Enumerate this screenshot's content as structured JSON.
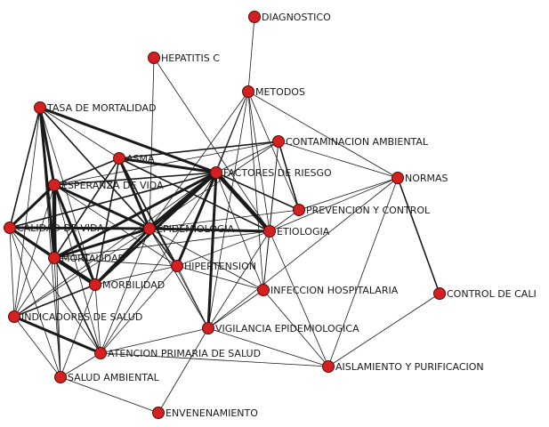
{
  "nodes": [
    {
      "id": "diagnostico",
      "label": "DIAGNOSTICO"
    },
    {
      "id": "hepatitis",
      "label": "HEPATITIS C"
    },
    {
      "id": "metodos",
      "label": "METODOS"
    },
    {
      "id": "tasa",
      "label": "TASA DE MORTALIDAD"
    },
    {
      "id": "contaminacion",
      "label": "CONTAMINACION AMBIENTAL"
    },
    {
      "id": "asma",
      "label": "ASMA"
    },
    {
      "id": "factores",
      "label": "FACTORES DE RIESGO"
    },
    {
      "id": "normas",
      "label": "NORMAS"
    },
    {
      "id": "esperanza",
      "label": "ESPERANZA DE VIDA"
    },
    {
      "id": "prevencion",
      "label": "PREVENCION Y CONTROL"
    },
    {
      "id": "calidad",
      "label": "CALIDAD DE VIDA"
    },
    {
      "id": "epidemiologia",
      "label": "EPIDEMIOLOGIA"
    },
    {
      "id": "etiologia",
      "label": "ETIOLOGIA"
    },
    {
      "id": "mortalidad",
      "label": "MORTALIDAD"
    },
    {
      "id": "hipertension",
      "label": "HIPERTENSION"
    },
    {
      "id": "morbilidad",
      "label": "MORBILIDAD"
    },
    {
      "id": "infeccion",
      "label": "INFECCION HOSPITALARIA"
    },
    {
      "id": "control",
      "label": "CONTROL DE CALI"
    },
    {
      "id": "indicadores",
      "label": "INDICADORES DE SALUD"
    },
    {
      "id": "vigilancia",
      "label": "VIGILANCIA EPIDEMIOLOGICA"
    },
    {
      "id": "atencion",
      "label": "ATENCION PRIMARIA DE SALUD"
    },
    {
      "id": "aislamiento",
      "label": "AISLAMIENTO Y PURIFICACION"
    },
    {
      "id": "salud",
      "label": "SALUD AMBIENTAL"
    },
    {
      "id": "envenenamiento",
      "label": "ENVENENAMIENTO"
    }
  ],
  "edges": [
    {
      "source": "diagnostico",
      "target": "metodos",
      "weight": 1
    },
    {
      "source": "hepatitis",
      "target": "epidemiologia",
      "weight": 1
    },
    {
      "source": "hepatitis",
      "target": "etiologia",
      "weight": 1
    },
    {
      "source": "metodos",
      "target": "factores",
      "weight": 1
    },
    {
      "source": "metodos",
      "target": "etiologia",
      "weight": 1
    },
    {
      "source": "metodos",
      "target": "prevencion",
      "weight": 1
    },
    {
      "source": "metodos",
      "target": "normas",
      "weight": 1
    },
    {
      "source": "metodos",
      "target": "epidemiologia",
      "weight": 1
    },
    {
      "source": "metodos",
      "target": "vigilancia",
      "weight": 1
    },
    {
      "source": "metodos",
      "target": "infeccion",
      "weight": 1
    },
    {
      "source": "metodos",
      "target": "hipertension",
      "weight": 1
    },
    {
      "source": "tasa",
      "target": "esperanza",
      "weight": 3
    },
    {
      "source": "tasa",
      "target": "calidad",
      "weight": 2
    },
    {
      "source": "tasa",
      "target": "mortalidad",
      "weight": 3
    },
    {
      "source": "tasa",
      "target": "epidemiologia",
      "weight": 2
    },
    {
      "source": "tasa",
      "target": "factores",
      "weight": 3
    },
    {
      "source": "tasa",
      "target": "asma",
      "weight": 1
    },
    {
      "source": "tasa",
      "target": "morbilidad",
      "weight": 1
    },
    {
      "source": "tasa",
      "target": "indicadores",
      "weight": 1
    },
    {
      "source": "tasa",
      "target": "salud",
      "weight": 1
    },
    {
      "source": "contaminacion",
      "target": "asma",
      "weight": 2
    },
    {
      "source": "contaminacion",
      "target": "factores",
      "weight": 1
    },
    {
      "source": "contaminacion",
      "target": "normas",
      "weight": 1
    },
    {
      "source": "contaminacion",
      "target": "prevencion",
      "weight": 2
    },
    {
      "source": "contaminacion",
      "target": "epidemiologia",
      "weight": 1
    },
    {
      "source": "contaminacion",
      "target": "etiologia",
      "weight": 1
    },
    {
      "source": "contaminacion",
      "target": "infeccion",
      "weight": 1
    },
    {
      "source": "contaminacion",
      "target": "esperanza",
      "weight": 1
    },
    {
      "source": "asma",
      "target": "factores",
      "weight": 3
    },
    {
      "source": "asma",
      "target": "epidemiologia",
      "weight": 3
    },
    {
      "source": "asma",
      "target": "etiologia",
      "weight": 2
    },
    {
      "source": "asma",
      "target": "mortalidad",
      "weight": 2
    },
    {
      "source": "asma",
      "target": "esperanza",
      "weight": 2
    },
    {
      "source": "asma",
      "target": "hipertension",
      "weight": 2
    },
    {
      "source": "asma",
      "target": "morbilidad",
      "weight": 2
    },
    {
      "source": "asma",
      "target": "vigilancia",
      "weight": 1
    },
    {
      "source": "factores",
      "target": "epidemiologia",
      "weight": 4
    },
    {
      "source": "factores",
      "target": "etiologia",
      "weight": 4
    },
    {
      "source": "factores",
      "target": "mortalidad",
      "weight": 3
    },
    {
      "source": "factores",
      "target": "morbilidad",
      "weight": 3
    },
    {
      "source": "factores",
      "target": "hipertension",
      "weight": 3
    },
    {
      "source": "factores",
      "target": "vigilancia",
      "weight": 3
    },
    {
      "source": "factores",
      "target": "prevencion",
      "weight": 2
    },
    {
      "source": "factores",
      "target": "calidad",
      "weight": 2
    },
    {
      "source": "factores",
      "target": "esperanza",
      "weight": 2
    },
    {
      "source": "factores",
      "target": "indicadores",
      "weight": 1
    },
    {
      "source": "factores",
      "target": "infeccion",
      "weight": 1
    },
    {
      "source": "factores",
      "target": "atencion",
      "weight": 1
    },
    {
      "source": "normas",
      "target": "prevencion",
      "weight": 1
    },
    {
      "source": "normas",
      "target": "control",
      "weight": 2
    },
    {
      "source": "normas",
      "target": "etiologia",
      "weight": 1
    },
    {
      "source": "normas",
      "target": "aislamiento",
      "weight": 1
    },
    {
      "source": "normas",
      "target": "vigilancia",
      "weight": 1
    },
    {
      "source": "esperanza",
      "target": "calidad",
      "weight": 3
    },
    {
      "source": "esperanza",
      "target": "mortalidad",
      "weight": 4
    },
    {
      "source": "esperanza",
      "target": "epidemiologia",
      "weight": 3
    },
    {
      "source": "esperanza",
      "target": "morbilidad",
      "weight": 3
    },
    {
      "source": "esperanza",
      "target": "indicadores",
      "weight": 1
    },
    {
      "source": "esperanza",
      "target": "atencion",
      "weight": 1
    },
    {
      "source": "esperanza",
      "target": "salud",
      "weight": 1
    },
    {
      "source": "esperanza",
      "target": "hipertension",
      "weight": 1
    },
    {
      "source": "prevencion",
      "target": "etiologia",
      "weight": 1
    },
    {
      "source": "prevencion",
      "target": "epidemiologia",
      "weight": 1
    },
    {
      "source": "calidad",
      "target": "epidemiologia",
      "weight": 3
    },
    {
      "source": "calidad",
      "target": "mortalidad",
      "weight": 3
    },
    {
      "source": "calidad",
      "target": "morbilidad",
      "weight": 3
    },
    {
      "source": "calidad",
      "target": "indicadores",
      "weight": 1
    },
    {
      "source": "calidad",
      "target": "salud",
      "weight": 1
    },
    {
      "source": "calidad",
      "target": "atencion",
      "weight": 1
    },
    {
      "source": "epidemiologia",
      "target": "etiologia",
      "weight": 3
    },
    {
      "source": "epidemiologia",
      "target": "mortalidad",
      "weight": 3
    },
    {
      "source": "epidemiologia",
      "target": "morbilidad",
      "weight": 3
    },
    {
      "source": "epidemiologia",
      "target": "hipertension",
      "weight": 2
    },
    {
      "source": "epidemiologia",
      "target": "vigilancia",
      "weight": 1
    },
    {
      "source": "epidemiologia",
      "target": "infeccion",
      "weight": 1
    },
    {
      "source": "epidemiologia",
      "target": "atencion",
      "weight": 1
    },
    {
      "source": "epidemiologia",
      "target": "indicadores",
      "weight": 1
    },
    {
      "source": "etiologia",
      "target": "hipertension",
      "weight": 1
    },
    {
      "source": "etiologia",
      "target": "infeccion",
      "weight": 1
    },
    {
      "source": "etiologia",
      "target": "vigilancia",
      "weight": 1
    },
    {
      "source": "etiologia",
      "target": "aislamiento",
      "weight": 1
    },
    {
      "source": "etiologia",
      "target": "mortalidad",
      "weight": 1
    },
    {
      "source": "mortalidad",
      "target": "morbilidad",
      "weight": 4
    },
    {
      "source": "mortalidad",
      "target": "hipertension",
      "weight": 1
    },
    {
      "source": "mortalidad",
      "target": "indicadores",
      "weight": 1
    },
    {
      "source": "mortalidad",
      "target": "atencion",
      "weight": 2
    },
    {
      "source": "mortalidad",
      "target": "salud",
      "weight": 1
    },
    {
      "source": "hipertension",
      "target": "morbilidad",
      "weight": 1
    },
    {
      "source": "hipertension",
      "target": "vigilancia",
      "weight": 1
    },
    {
      "source": "hipertension",
      "target": "infeccion",
      "weight": 1
    },
    {
      "source": "hipertension",
      "target": "atencion",
      "weight": 1
    },
    {
      "source": "morbilidad",
      "target": "indicadores",
      "weight": 2
    },
    {
      "source": "morbilidad",
      "target": "atencion",
      "weight": 1
    },
    {
      "source": "morbilidad",
      "target": "salud",
      "weight": 1
    },
    {
      "source": "infeccion",
      "target": "aislamiento",
      "weight": 1
    },
    {
      "source": "infeccion",
      "target": "vigilancia",
      "weight": 1
    },
    {
      "source": "indicadores",
      "target": "atencion",
      "weight": 3
    },
    {
      "source": "indicadores",
      "target": "salud",
      "weight": 1
    },
    {
      "source": "vigilancia",
      "target": "atencion",
      "weight": 1
    },
    {
      "source": "vigilancia",
      "target": "aislamiento",
      "weight": 1
    },
    {
      "source": "vigilancia",
      "target": "envenenamiento",
      "weight": 1
    },
    {
      "source": "atencion",
      "target": "aislamiento",
      "weight": 1
    },
    {
      "source": "atencion",
      "target": "salud",
      "weight": 1
    },
    {
      "source": "salud",
      "target": "envenenamiento",
      "weight": 1
    },
    {
      "source": "control",
      "target": "aislamiento",
      "weight": 1
    }
  ]
}
